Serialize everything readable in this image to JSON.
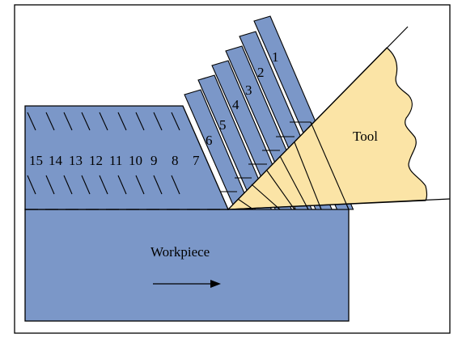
{
  "figure": {
    "tool_label": "Tool",
    "workpiece_label": "Workpiece",
    "segment_numbers_workpiece": [
      "15",
      "14",
      "13",
      "12",
      "11",
      "10",
      "9",
      "8",
      "7"
    ],
    "segment_numbers_chip": [
      "6",
      "5",
      "4",
      "3",
      "2",
      "1"
    ]
  },
  "colors": {
    "workpiece": "#7b97c8",
    "chip": "#7b97c8",
    "tool": "#fbe4a6",
    "outline": "#000000",
    "frame": "#000000"
  }
}
